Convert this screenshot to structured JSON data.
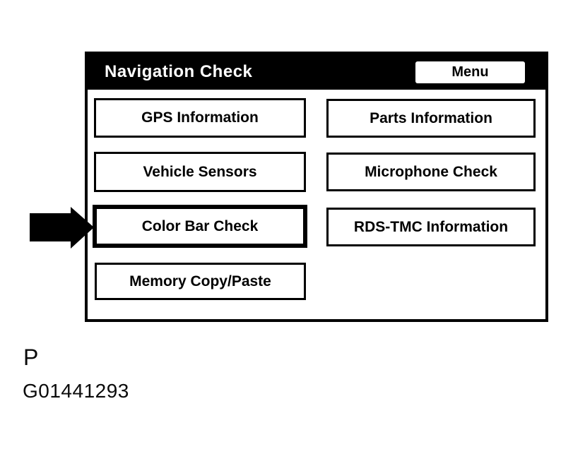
{
  "screen": {
    "title": "Navigation Check",
    "menu_button_label": "Menu",
    "buttons": [
      {
        "label": "GPS Information",
        "highlighted": false
      },
      {
        "label": "Parts Information",
        "highlighted": false
      },
      {
        "label": "Vehicle Sensors",
        "highlighted": false
      },
      {
        "label": "Microphone Check",
        "highlighted": false
      },
      {
        "label": "Color Bar Check",
        "highlighted": true
      },
      {
        "label": "RDS-TMC Information",
        "highlighted": false
      },
      {
        "label": "Memory Copy/Paste",
        "highlighted": false
      }
    ]
  },
  "annotations": {
    "pointer": "arrow-right-icon",
    "pointer_target": "Color Bar Check",
    "figure_label": "P",
    "figure_id": "G01441293"
  },
  "colors": {
    "background": "#ffffff",
    "foreground": "#000000",
    "title_bar_bg": "#000000",
    "title_text": "#ffffff",
    "button_bg": "#ffffff",
    "button_border": "#000000"
  }
}
